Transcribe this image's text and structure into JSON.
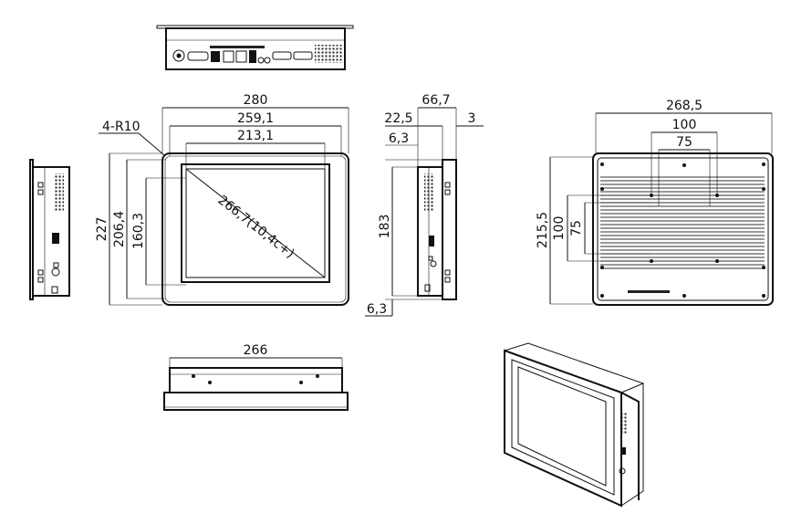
{
  "dimensions": {
    "front": {
      "overall_width": "280",
      "bezel_width": "259,1",
      "display_width": "213,1",
      "overall_height": "227",
      "bezel_height": "206,4",
      "display_height": "160,3",
      "corner_radius": "4-R10",
      "diagonal": "266,7(10,4c+)"
    },
    "side": {
      "depth": "66,7",
      "bezel_depth": "22,5",
      "frame": "3",
      "top_offset": "6,3",
      "bottom_offset": "6,3",
      "height": "183"
    },
    "rear": {
      "width": "268,5",
      "mount_outer_h": "100",
      "mount_inner_h": "75",
      "height": "215,5",
      "mount_outer_v": "100",
      "mount_inner_v": "75"
    },
    "bottom": {
      "width": "266"
    }
  }
}
